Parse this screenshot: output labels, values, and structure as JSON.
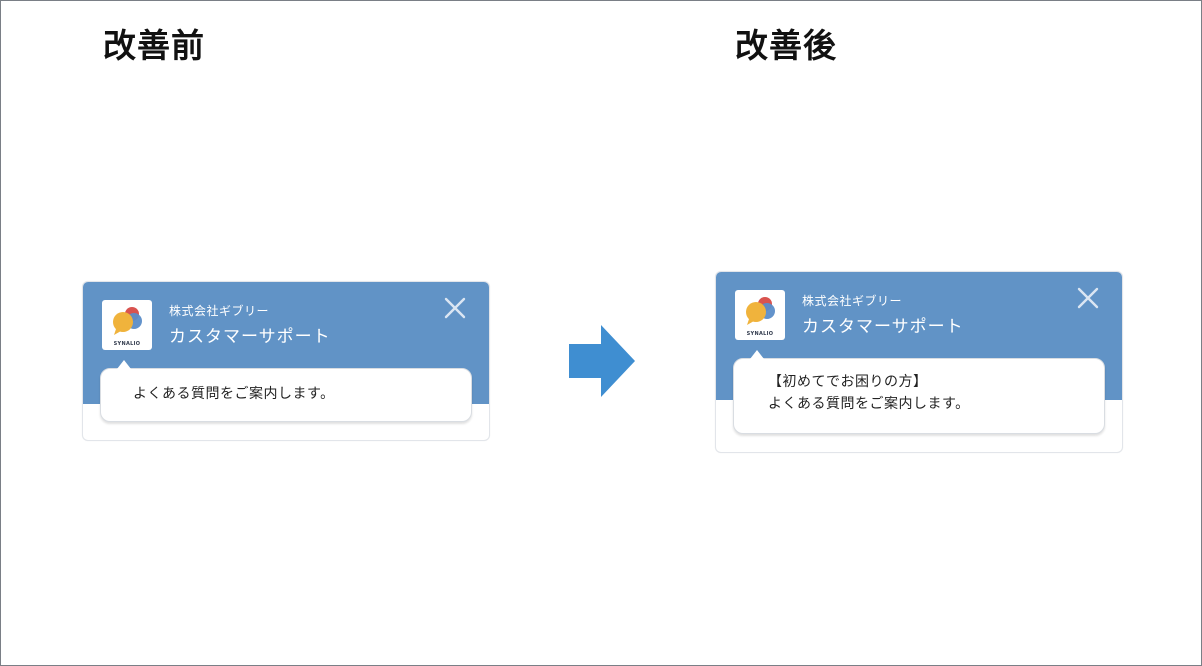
{
  "headings": {
    "before": "改善前",
    "after": "改善後"
  },
  "colors": {
    "header_blue": "#6193c6",
    "arrow_blue": "#3f8ed1"
  },
  "before_widget": {
    "logo_text": "SYNALIO",
    "company": "株式会社ギブリー",
    "service": "カスタマーサポート",
    "close_icon": "close-icon",
    "message_lines": [
      "よくある質問をご案内します。"
    ]
  },
  "after_widget": {
    "logo_text": "SYNALIO",
    "company": "株式会社ギブリー",
    "service": "カスタマーサポート",
    "close_icon": "close-icon",
    "message_lines": [
      "【初めてでお困りの方】",
      "よくある質問をご案内します。"
    ]
  },
  "arrow_icon": "right-arrow-icon"
}
